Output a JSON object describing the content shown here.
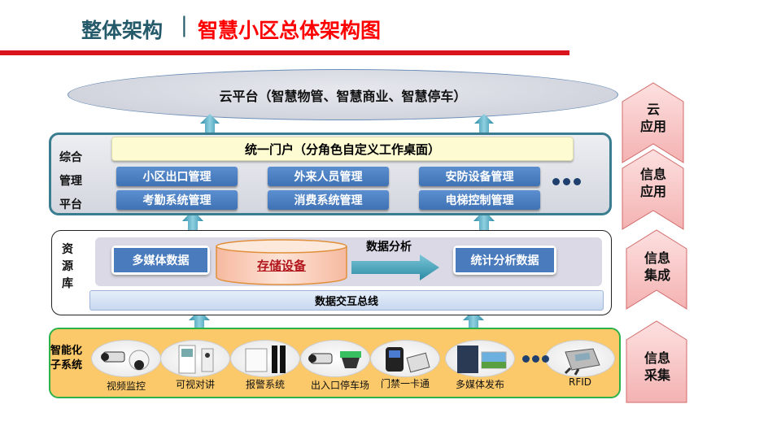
{
  "header": {
    "section": "整体架构",
    "separator": "|",
    "title": "智慧小区总体架构图"
  },
  "cloud": {
    "label": "云平台（智慧物管、智慧商业、智慧停车）"
  },
  "platform": {
    "side_labels": [
      "综合",
      "管理",
      "平台"
    ],
    "portal": "统一门户（分角色自定义工作桌面）",
    "modules": [
      "小区出口管理",
      "外来人员管理",
      "安防设备管理",
      "考勤系统管理",
      "消费系统管理",
      "电梯控制管理"
    ]
  },
  "resources": {
    "side_labels": [
      "资",
      "源",
      "库"
    ],
    "multimedia": "多媒体数据",
    "storage": "存储设备",
    "analysis_label": "数据分析",
    "stats": "统计分析数据",
    "bus": "数据交互总线"
  },
  "subsystems": {
    "label": "智能化子系统",
    "items": [
      "视频监控",
      "可视对讲",
      "报警系统",
      "出入口停车场",
      "门禁一卡通",
      "多媒体发布",
      "RFID"
    ]
  },
  "stages": [
    "云\n应用",
    "信息\n应用",
    "信息\n集成",
    "信息\n采集"
  ],
  "colors": {
    "accent_red": "#d9141e",
    "title_teal": "#245a6a",
    "module_blue": "#4a7bbd",
    "sub_border": "#2db24a",
    "chevron": "#f8c6c6"
  }
}
